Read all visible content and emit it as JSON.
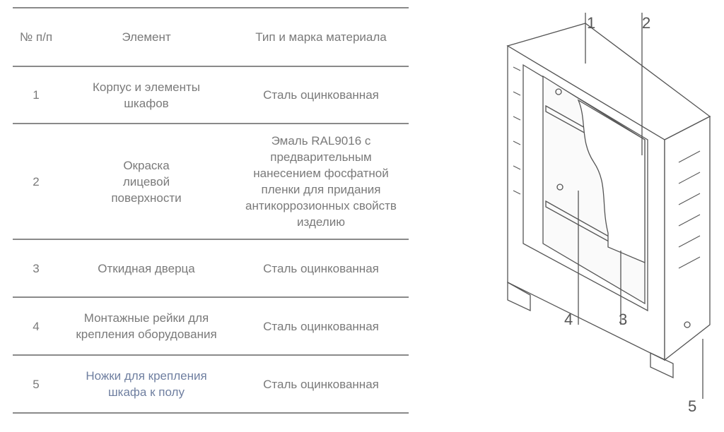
{
  "table": {
    "headers": [
      "№ п/п",
      "Элемент",
      "Тип и марка  материала"
    ],
    "rows": [
      {
        "num": "1",
        "element": "Корпус  и элементы шкафов",
        "material": "Сталь оцинкованная"
      },
      {
        "num": "2",
        "element": "Окраска лицевой поверхности",
        "material": "Эмаль RAL9016 с предварительным нанесением фосфатной пленки для придания антикоррозионных свойств изделию"
      },
      {
        "num": "3",
        "element": "Откидная дверца",
        "material": "Сталь оцинкованная"
      },
      {
        "num": "4",
        "element": "Монтажные рейки для крепления оборудования",
        "material": "Сталь оцинкованная"
      },
      {
        "num": "5",
        "element": "Ножки для крепления шкафа к полу",
        "material": "Сталь оцинкованная"
      }
    ]
  },
  "drawing": {
    "callouts": [
      "1",
      "2",
      "3",
      "4",
      "5"
    ]
  }
}
